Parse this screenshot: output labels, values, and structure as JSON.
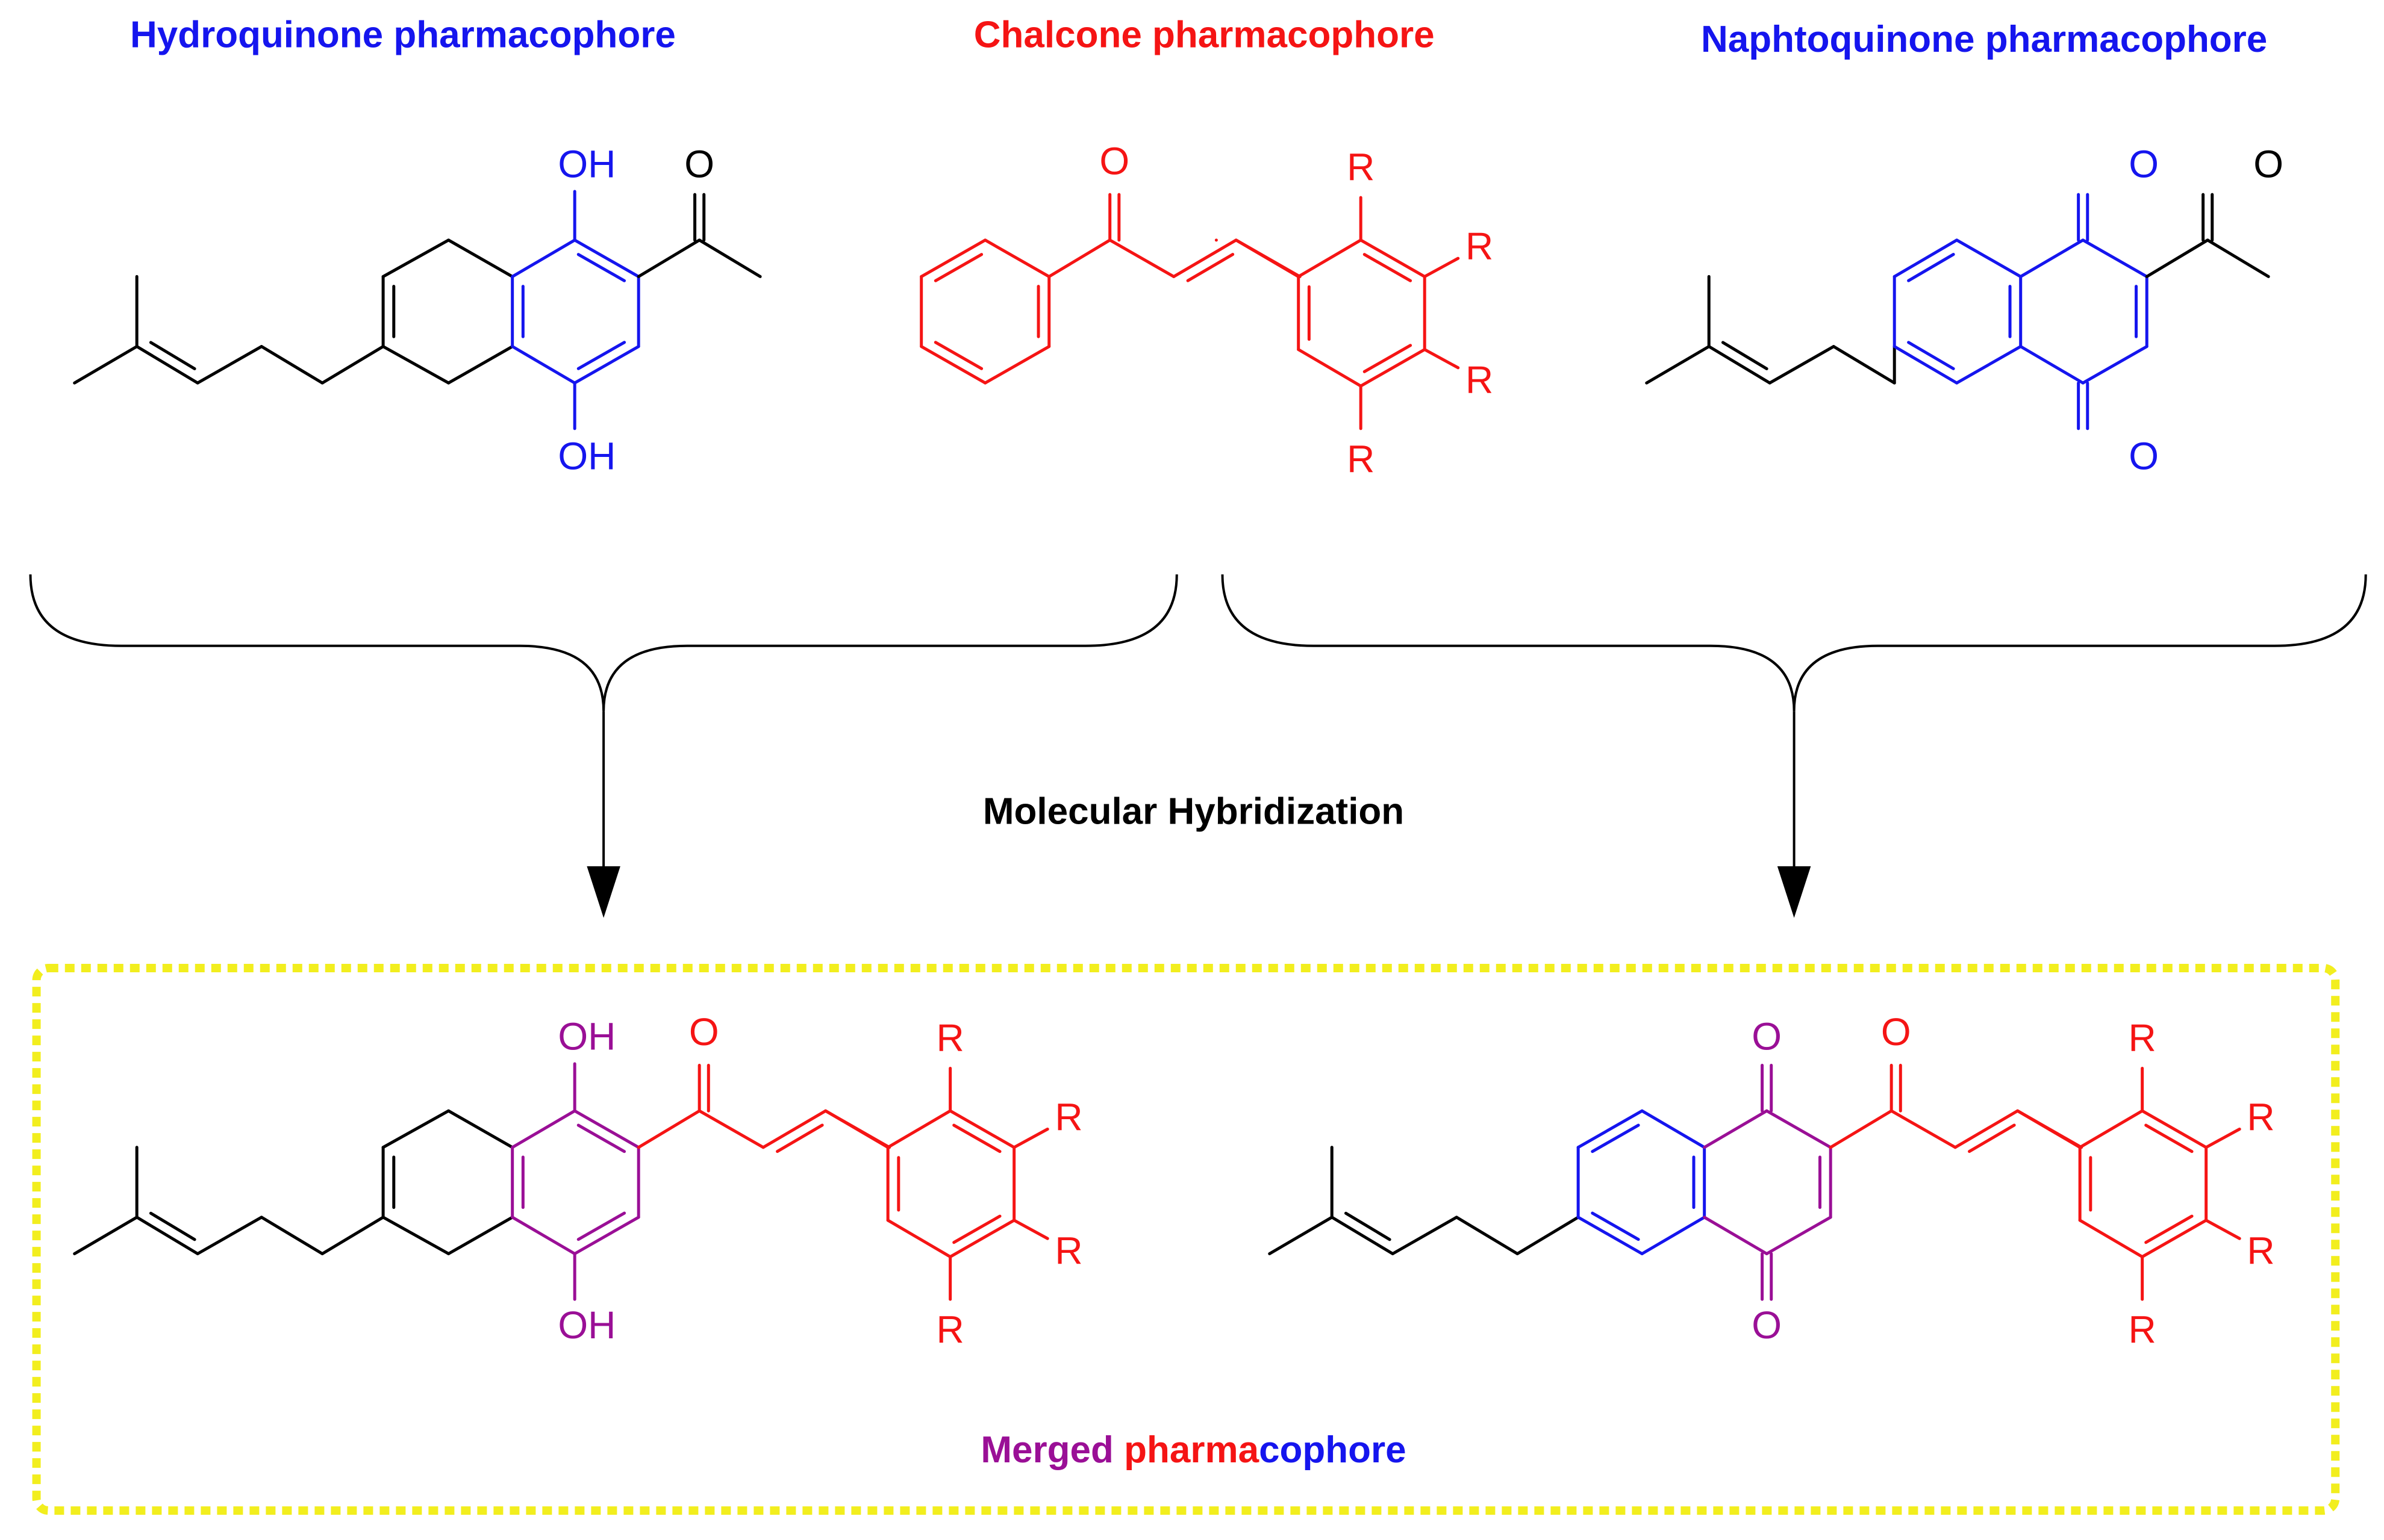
{
  "colors": {
    "black": "#000000",
    "blue": "#1515ee",
    "red": "#f51414",
    "purple": "#9a0f96",
    "frame": "#f2ee1e"
  },
  "headings": {
    "hydroquinone": "Hydroquinone pharmacophore",
    "chalcone": "Chalcone pharmacophore",
    "naphtoquinone": "Naphtoquinone pharmacophore",
    "hybridization": "Molecular Hybridization"
  },
  "merged_label": {
    "part1": "Merged",
    "part2": "pharma",
    "part3": "cophore"
  },
  "atom_labels": {
    "oh": "OH",
    "o": "O",
    "r": "R"
  }
}
